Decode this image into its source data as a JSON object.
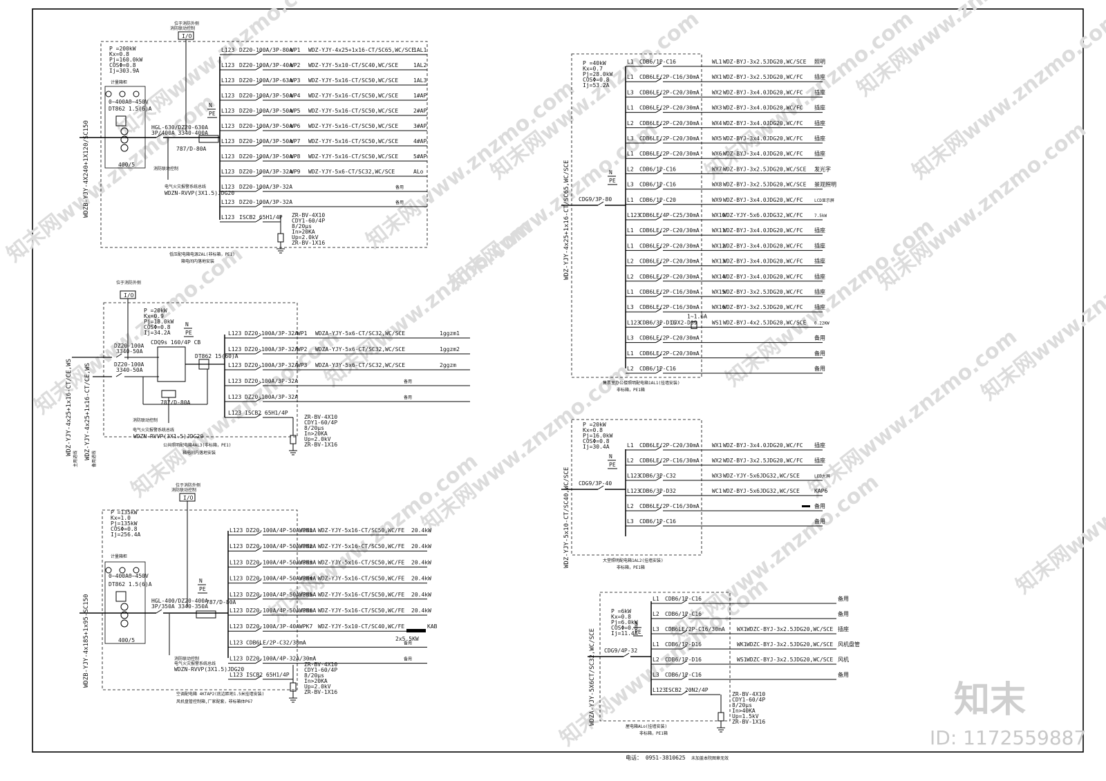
{
  "watermark": {
    "text": "知末网www.znzmo.com",
    "logo": "知末",
    "id": "ID: 1172559887"
  },
  "footer": {
    "phone": "电话：  0951-3810625",
    "note": "未加盖本院图章无效"
  },
  "panels": [
    {
      "key": "zal",
      "params": [
        "P =200kW",
        "Kx=0.8",
        "Pj=160.0kW",
        "COSΦ=0.8",
        "Ij=303.9A"
      ],
      "incoming": "WDZB-YJY-4X240+1X120/SC150",
      "meter": {
        "title": "计量箱柜",
        "range": "0~400AΘ~450V",
        "type": "DT862 1.5(6)A",
        "ct": "400/5"
      },
      "main_breaker": [
        "HGL-630/DZ20-630A",
        "3P/400A 3340-400A"
      ],
      "fire_box": "位于消防外侧",
      "fire_ctrl": "消防联动控制",
      "rcd": "787/D-80A",
      "alarm_cable": "WDZN-RVVP(3X1.5)JDG20",
      "alarm_label": "电气火灾报警系统总线",
      "name": "低压配电箱电源ZAL(非标箱，PE1)",
      "name2": "箱电间内落地安装",
      "circuits": [
        {
          "phase": "L123",
          "breaker": "DZ20-100A/3P-80A",
          "id": "WP1",
          "cable": "WDZ-YJY-4x25+1x16-CT/SC65,WC/SCE",
          "load": "1AL1"
        },
        {
          "phase": "L123",
          "breaker": "DZ20-100A/3P-40A",
          "id": "WP2",
          "cable": "WDZ-YJY-5x10-CT/SC40,WC/SCE",
          "load": "1AL2"
        },
        {
          "phase": "L123",
          "breaker": "DZ20-100A/3P-63A",
          "id": "WP3",
          "cable": "WDZ-YJY-5x16-CT/SC50,WC/SCE",
          "load": "1AL3"
        },
        {
          "phase": "L123",
          "breaker": "DZ20-100A/3P-50A",
          "id": "WP4",
          "cable": "WDZ-YJY-5x16-CT/SC50,WC/SCE",
          "load": "1#AP"
        },
        {
          "phase": "L123",
          "breaker": "DZ20-100A/3P-50A",
          "id": "WP5",
          "cable": "WDZ-YJY-5x16-CT/SC50,WC/SCE",
          "load": "2#AP"
        },
        {
          "phase": "L123",
          "breaker": "DZ20-100A/3P-50A",
          "id": "WP6",
          "cable": "WDZ-YJY-5x16-CT/SC50,WC/SCE",
          "load": "3#AP"
        },
        {
          "phase": "L123",
          "breaker": "DZ20-100A/3P-50A",
          "id": "WP7",
          "cable": "WDZ-YJY-5x16-CT/SC50,WC/SCE",
          "load": "4#AP"
        },
        {
          "phase": "L123",
          "breaker": "DZ20-100A/3P-50A",
          "id": "WP8",
          "cable": "WDZ-YJY-5x16-CT/SC50,WC/SCE",
          "load": "5#AP"
        },
        {
          "phase": "L123",
          "breaker": "DZ20-100A/3P-32A",
          "id": "WP9",
          "cable": "WDZ-YJY-5x6-CT/SC32,WC/SCE",
          "load": "ALo"
        },
        {
          "phase": "L123",
          "breaker": "DZ20-100A/3P-32A",
          "id": "",
          "cable": "",
          "load": "备用"
        },
        {
          "phase": "L123",
          "breaker": "DZ20-100A/3P-32A",
          "id": "",
          "cable": "",
          "load": "备用"
        },
        {
          "phase": "L123",
          "breaker": "ISCB2 65H1/4P",
          "id": "",
          "cable": "",
          "load": ""
        }
      ],
      "spd": [
        "ZR-BV-4X10",
        "CDY1-60/4P",
        "8/20μs",
        "In>20KA",
        "Up=2.0kV",
        "ZR-BV-1X16"
      ]
    },
    {
      "key": "al3",
      "params": [
        "P =20kW",
        "Kx=0.9",
        "Pj=18.0kW",
        "COSΦ=0.8",
        "Ij=34.2A"
      ],
      "incoming": [
        "WDZ-YJY-4x25+1x16-CT/CE,WS",
        "WDZ-YJY-4x25+1x16-CT/CE,WS"
      ],
      "in_note": [
        "主用进线",
        "备用进线"
      ],
      "main_breaker": [
        "DZ20-100A",
        "3340-50A",
        "DZ20-100A",
        "3340-50A"
      ],
      "ats": "CDQ9s 160/4P CB",
      "meter": "DT862 15(60)A",
      "fire_box": "位于消防外侧",
      "fire_ctrl": "消防联动控制",
      "rcd": "787/D-80A",
      "alarm_cable": "WDZN-RVVP(3X1.5)JDG20",
      "alarm_label": "电气火灾报警系统总线",
      "name": "公共照明配电箱4AL3(非标箱，PE1)",
      "name2": "箱电间内落地安装",
      "circuits": [
        {
          "phase": "L123",
          "breaker": "DZ20-100A/3P-32A",
          "id": "WP1",
          "cable": "WDZA-YJY-5x6-CT/SC32,WC/SCE",
          "load": "1ggzm1"
        },
        {
          "phase": "L123",
          "breaker": "DZ20-100A/3P-32A",
          "id": "WP2",
          "cable": "WDZA-YJY-5x6-CT/SC32,WC/SCE",
          "load": "1ggzm2"
        },
        {
          "phase": "L123",
          "breaker": "DZ20-100A/3P-32A",
          "id": "WP3",
          "cable": "WDZA-YJY-5x6-CT/SC32,WC/SCE",
          "load": "2ggzm"
        },
        {
          "phase": "L123",
          "breaker": "DZ20-100A/3P-32A",
          "id": "",
          "cable": "",
          "load": "备用"
        },
        {
          "phase": "L123",
          "breaker": "DZ20-100A/3P-32A",
          "id": "",
          "cable": "",
          "load": "备用"
        },
        {
          "phase": "L123",
          "breaker": "ISCB2 65H1/4P",
          "id": "",
          "cable": "",
          "load": ""
        }
      ],
      "spd": [
        "ZR-BV-4X10",
        "CDY1-60/4P",
        "8/20μs",
        "In>20KA",
        "Up=2.0kV",
        "ZR-BV-1X16"
      ]
    },
    {
      "key": "ktap2",
      "params": [
        "P =135kW",
        "Kx=1.0",
        "Pj=135kW",
        "COSΦ=0.8",
        "Ij=256.4A"
      ],
      "incoming": "WDZB-YJY-4x185+1x95-SC150",
      "meter": {
        "title": "计量箱柜",
        "range": "0~400AΘ~450V",
        "type": "DT862 1.5(6)A",
        "ct": "400/5"
      },
      "main_breaker": [
        "HGL-400/DZ20-400A",
        "3P/350A 3340-350A"
      ],
      "fire_box": "位于消防外侧",
      "fire_ctrl": "消防联动控制",
      "rcd": "787/D-80A",
      "alarm_cable": "WDZN-RVVP(3X1.5)JDG20",
      "alarm_label": "电气火灾报警系统总线",
      "name": "空调配电箱 4KTAP2(底边距地1.5米挂墙安装)",
      "name2": "风机盘管控制箱,厂家配套，非标箱体P67",
      "circuits": [
        {
          "phase": "L123",
          "breaker": "DZ20-100A/4P-50A/30mA",
          "id": "WPK1",
          "cable": "WDZ-YJY-5x16-CT/SC50,WC/FE",
          "load": "20.4kW"
        },
        {
          "phase": "L123",
          "breaker": "DZ20-100A/4P-50A/30mA",
          "id": "WPK2",
          "cable": "WDZ-YJY-5x16-CT/SC50,WC/FE",
          "load": "20.4kW"
        },
        {
          "phase": "L123",
          "breaker": "DZ20-100A/4P-50A/30mA",
          "id": "WPK3",
          "cable": "WDZ-YJY-5x16-CT/SC50,WC/FE",
          "load": "20.4kW"
        },
        {
          "phase": "L123",
          "breaker": "DZ20-100A/4P-50A/30mA",
          "id": "WPK4",
          "cable": "WDZ-YJY-5x16-CT/SC50,WC/FE",
          "load": "20.4kW"
        },
        {
          "phase": "L123",
          "breaker": "DZ20-100A/4P-50A/30mA",
          "id": "WPK5",
          "cable": "WDZ-YJY-5x16-CT/SC50,WC/FE",
          "load": "20.4kW"
        },
        {
          "phase": "L123",
          "breaker": "DZ20-100A/4P-50A/30mA",
          "id": "WPK6",
          "cable": "WDZ-YJY-5x16-CT/SC50,WC/FE",
          "load": "20.4kW"
        },
        {
          "phase": "L123",
          "breaker": "DZ20-100A/3P-40A",
          "id": "WPK7",
          "cable": "WDZ-YJY-5x10-CT/SC40,WC/FE",
          "load": "KAB"
        },
        {
          "phase": "L123",
          "breaker": "CDB6LE/2P-C32/30mA",
          "id": "",
          "cable": "",
          "load": "备用"
        },
        {
          "phase": "L123",
          "breaker": "DZ20-100A/4P-32A/30mA",
          "id": "",
          "cable": "",
          "load": "备用"
        },
        {
          "phase": "L123",
          "breaker": "ISCB2 65H1/4P",
          "id": "",
          "cable": "",
          "load": ""
        }
      ],
      "kab_note": "2x5.5KW",
      "spd": [
        "ZR-BV-4X10",
        "CDY1-60/4P",
        "8/20μs",
        "In>20KA",
        "Up=2.0kV",
        "ZR-BV-1X16"
      ]
    },
    {
      "key": "1al1",
      "params": [
        "P =40kW",
        "Kx=0.7",
        "Pj=28.0kW",
        "COSΦ=0.8",
        "Ij=53.2A"
      ],
      "incoming": "WDZ-YJY-4x25+1x16-CT/SC65,WC/SCE",
      "main_breaker": "CDG9/3P-80",
      "name": "售票室办公楼照明配电箱1AL1(挂墙安装)",
      "name2": "非标箱，PE1箱",
      "circuits": [
        {
          "phase": "L1",
          "breaker": "CDB6/1P-C16",
          "id": "WL1",
          "cable": "WDZ-BYJ-3x2.5JDG20,WC/SCE",
          "load": "照明"
        },
        {
          "phase": "L1",
          "breaker": "CDB6LE/2P-C16/30mA",
          "id": "WX1",
          "cable": "WDZ-BYJ-3x2.5JDG20,WC/FC",
          "load": "插座"
        },
        {
          "phase": "L3",
          "breaker": "CDB6LE/2P-C20/30mA",
          "id": "WX2",
          "cable": "WDZ-BYJ-3x4.0JDG20,WC/FC",
          "load": "插座"
        },
        {
          "phase": "L1",
          "breaker": "CDB6LE/2P-C20/30mA",
          "id": "WX3",
          "cable": "WDZ-BYJ-3x4.0JDG20,WC/FC",
          "load": "插座"
        },
        {
          "phase": "L2",
          "breaker": "CDB6LE/2P-C20/30mA",
          "id": "WX4",
          "cable": "WDZ-BYJ-3x4.0JDG20,WC/FC",
          "load": "插座"
        },
        {
          "phase": "L3",
          "breaker": "CDB6LE/2P-C20/30mA",
          "id": "WX5",
          "cable": "WDZ-BYJ-3x4.0JDG20,WC/FC",
          "load": "插座"
        },
        {
          "phase": "L1",
          "breaker": "CDB6LE/2P-C20/30mA",
          "id": "WX6",
          "cable": "WDZ-BYJ-3x4.0JDG20,WC/FC",
          "load": "插座"
        },
        {
          "phase": "L2",
          "breaker": "CDB6/1P-C16",
          "id": "WX7",
          "cable": "WDZ-BYJ-3x2.5JDG20,WC/SCE",
          "load": "发光字"
        },
        {
          "phase": "L3",
          "breaker": "CDB6/1P-C16",
          "id": "WX8",
          "cable": "WDZ-BYJ-3x2.5JDG20,WC/SCE",
          "load": "景观照明"
        },
        {
          "phase": "L1",
          "breaker": "CDB6/1P-C20",
          "id": "WX9",
          "cable": "WDZ-BYJ-3x4.0JDG20,WC/FC",
          "load": "LCD显示屏"
        },
        {
          "phase": "L123",
          "breaker": "CDB6LE/4P-C25/30mA",
          "id": "WX10",
          "cable": "WDZ-YJY-5x6.0JDG32,WC/FC",
          "load": "7.5kW"
        },
        {
          "phase": "L1",
          "breaker": "CDB6LE/2P-C20/30mA",
          "id": "WX11",
          "cable": "WDZ-BYJ-3x4.0JDG20,WC/FC",
          "load": "插座"
        },
        {
          "phase": "L1",
          "breaker": "CDB6LE/2P-C20/30mA",
          "id": "WX12",
          "cable": "WDZ-BYJ-3x4.0JDG20,WC/FC",
          "load": "插座"
        },
        {
          "phase": "L2",
          "breaker": "CDB6LE/2P-C20/30mA",
          "id": "WX13",
          "cable": "WDZ-BYJ-3x4.0JDG20,WC/FC",
          "load": "插座"
        },
        {
          "phase": "L2",
          "breaker": "CDB6LE/2P-C20/30mA",
          "id": "WX14",
          "cable": "WDZ-BYJ-3x4.0JDG20,WC/FC",
          "load": "插座"
        },
        {
          "phase": "L1",
          "breaker": "CDB6LE/2P-C16/30mA",
          "id": "WX15",
          "cable": "WDZ-BYJ-3x2.5JDG20,WC/FC",
          "load": "插座"
        },
        {
          "phase": "L3",
          "breaker": "CDB6LE/2P-C16/30mA",
          "id": "WX16",
          "cable": "WDZ-BYJ-3x2.5JDG20,WC/FC",
          "load": "插座"
        },
        {
          "phase": "L123",
          "breaker": "CDB6/3P-D16",
          "id": "WS1",
          "cable": "WDZ-BYJ-4x2.5JDG20,WC/SCE",
          "load": "0.22KW"
        },
        {
          "phase": "L3",
          "breaker": "CDB6LE/2P-C20/30mA",
          "id": "",
          "cable": "",
          "load": "备用"
        },
        {
          "phase": "L1",
          "breaker": "CDB6LE/2P-C20/30mA",
          "id": "",
          "cable": "",
          "load": "备用"
        },
        {
          "phase": "L2",
          "breaker": "CDB6/1P-C16",
          "id": "",
          "cable": "",
          "load": "备用"
        }
      ],
      "contactor": "CJX2-D09",
      "relay": "1~1.6A"
    },
    {
      "key": "1al2",
      "params": [
        "P =20kW",
        "Kx=0.8",
        "Pj=16.0kW",
        "COSΦ=0.8",
        "Ij=30.4A"
      ],
      "incoming": "WDZ-YJY-5x10-CT/SC40,WC/SCE",
      "main_breaker": "CDG9/3P-40",
      "name": "大堂照明配电箱1AL2(挂墙安装)",
      "name2": "非标箱，PE1箱",
      "circuits": [
        {
          "phase": "L1",
          "breaker": "CDB6LE/2P-C20/30mA",
          "id": "WX1",
          "cable": "WDZ-BYJ-3x4.0JDG20,WC/FC",
          "load": "插座"
        },
        {
          "phase": "L2",
          "breaker": "CDB6LE/2P-C16/30mA",
          "id": "WX2",
          "cable": "WDZ-BYJ-3x2.5JDG20,WC/FC",
          "load": "插座"
        },
        {
          "phase": "L123",
          "breaker": "CDB6/3P-C32",
          "id": "WX3",
          "cable": "WDZ-YJY-5x6JDG32,WC/SCE",
          "load": "LED大屏"
        },
        {
          "phase": "L123",
          "breaker": "CDB6/3P-D32",
          "id": "WC1",
          "cable": "WDZ-BYJ-5x6JDG32,WC/SCE",
          "load": "KAP6"
        },
        {
          "phase": "L2",
          "breaker": "CDB6LE/2P-C16/30mA",
          "id": "",
          "cable": "",
          "load": "备用"
        },
        {
          "phase": "L3",
          "breaker": "CDB6/1P-C16",
          "id": "",
          "cable": "",
          "load": "备用"
        }
      ]
    },
    {
      "key": "alo",
      "params": [
        "P =6kW",
        "Kx=0.8",
        "Pj=6.0kW",
        "COSΦ=0.8",
        "Ij=11.4A"
      ],
      "incoming": "WDZA-YJY-5X6CT/SC32,WC/SCE",
      "main_breaker": "CDG9/4P-32",
      "name": "屋电箱ALo(挂墙安装)",
      "name2": "非标箱，PE1箱",
      "circuits": [
        {
          "phase": "L1",
          "breaker": "CDB6/1P-C16",
          "id": "",
          "cable": "",
          "load": "备用"
        },
        {
          "phase": "L2",
          "breaker": "CDB6/1P-C16",
          "id": "",
          "cable": "",
          "load": "备用"
        },
        {
          "phase": "L3",
          "breaker": "CDB6LE/2P-C16/30mA",
          "id": "WX1",
          "cable": "WDZC-BYJ-3x2.5JDG20,WC/SCE",
          "load": "插座"
        },
        {
          "phase": "L1",
          "breaker": "CDB6/1P-D16",
          "id": "WK1",
          "cable": "WDZC-BYJ-3x2.5JDG20,WC/SCE",
          "load": "风机盘管"
        },
        {
          "phase": "L2",
          "breaker": "CDB6/1P-D16",
          "id": "WS1",
          "cable": "WDZC-BYJ-3x2.5JDG20,WC/SCE",
          "load": "风机"
        },
        {
          "phase": "L3",
          "breaker": "CDB6/1P-C16",
          "id": "",
          "cable": "",
          "load": "备用"
        },
        {
          "phase": "L123",
          "breaker": "ISCB2 20N2/4P",
          "id": "",
          "cable": "",
          "load": ""
        }
      ],
      "spd": [
        "ZR-BV-4X10",
        "CDY1-60/4P",
        "8/20μs",
        "In>40KA",
        "Up=1.5kV",
        "ZR-BV-1X16"
      ]
    }
  ]
}
